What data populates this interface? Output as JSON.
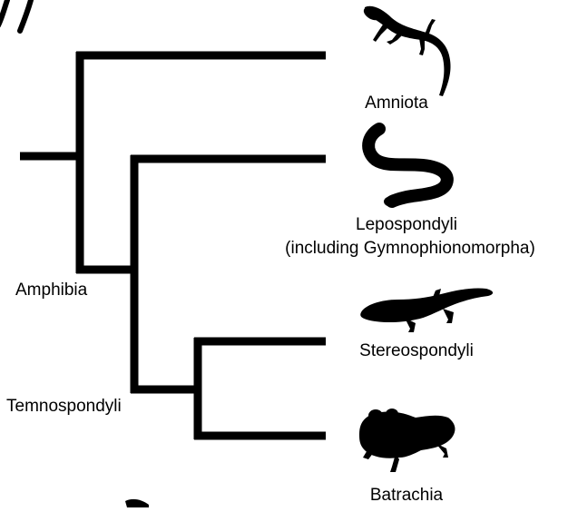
{
  "tree": {
    "root_clade_label": "Amphibia",
    "inner_clade_label": "Temnospondyli",
    "taxa": [
      {
        "name": "Amniota",
        "silhouette": "lizard-silhouette"
      },
      {
        "name": "Lepospondyli",
        "subtitle": "(including Gymnophionomorpha)",
        "silhouette": "snake-like-lepospondyl-silhouette"
      },
      {
        "name": "Stereospondyli",
        "silhouette": "stereospondyl-silhouette"
      },
      {
        "name": "Batrachia",
        "silhouette": "frog-silhouette"
      }
    ]
  },
  "colors": {
    "branch": "#000000",
    "silhouette": "#000000",
    "background": "#ffffff"
  }
}
